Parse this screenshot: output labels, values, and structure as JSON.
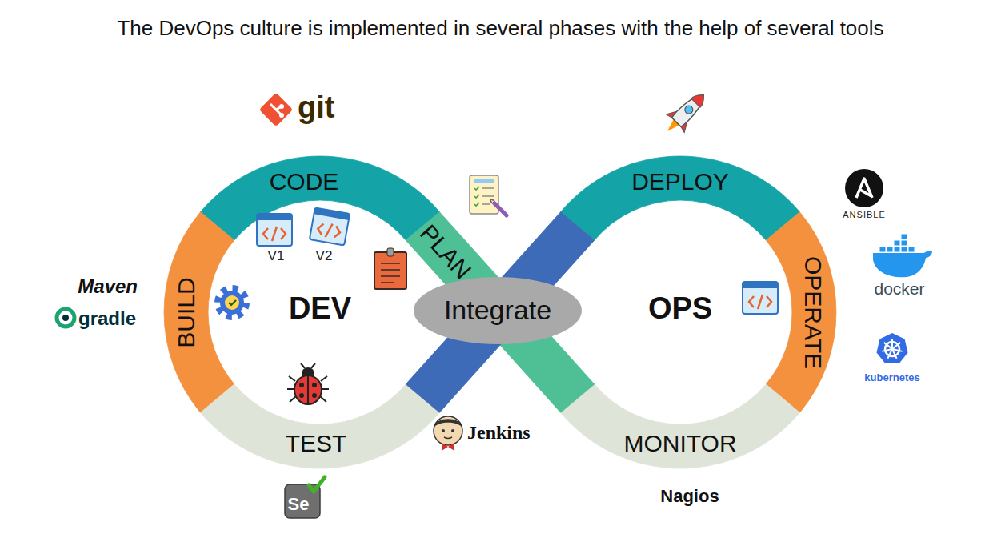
{
  "diagram": {
    "title": "The DevOps culture is implemented in several phases with the help of several tools",
    "nodes": [
      {
        "text": [
          "CODE"
        ]
      },
      {
        "text": [
          "PLAN"
        ]
      },
      {
        "text": [
          "DEPLOY"
        ]
      },
      {
        "text": [
          "BUILD"
        ]
      },
      {
        "text": [
          "Integrate"
        ]
      },
      {
        "text": [
          "OPERATE"
        ]
      },
      {
        "text": [
          "TEST"
        ]
      },
      {
        "text": [
          "MONITOR"
        ]
      }
    ],
    "labels": [
      "git",
      "V1",
      "V2",
      "Maven",
      "gradle",
      "DEV",
      "OPS",
      "ANSIBLE",
      "docker",
      "kubernetes",
      "Jenkins",
      "Se",
      "Nagios"
    ]
  }
}
